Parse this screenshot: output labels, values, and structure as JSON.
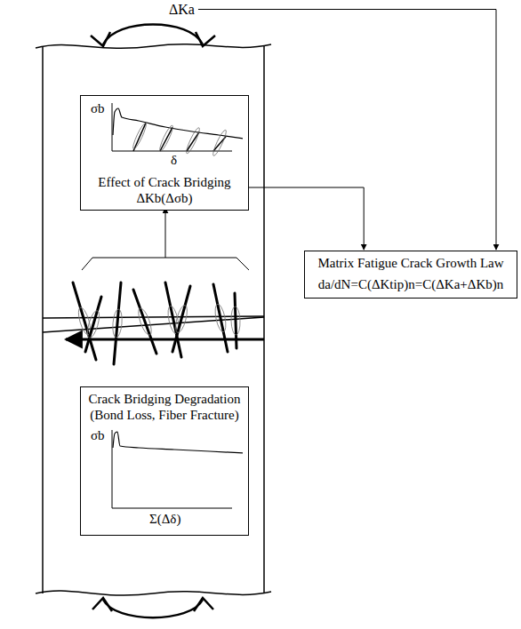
{
  "diagram": {
    "nodes": [
      {
        "text": [
          "Effect of Crack Bridging",
          "ΔKb(Δσb)"
        ]
      },
      {
        "text": [
          "Crack Bridging Degradation (Bond Loss, Fiber Fracture)"
        ]
      },
      {
        "text": [
          "Matrix Fatigue Crack Growth Law",
          "da/dN=C(ΔKtip)n=C(ΔKa+ΔKb)n"
        ]
      }
    ],
    "edges": [
      {
        "from": 0,
        "to": 2,
        "arrow": "to"
      }
    ],
    "labels": [
      "ΔKa",
      "σb",
      "δ",
      "σb",
      "Σ(Δδ)"
    ]
  }
}
